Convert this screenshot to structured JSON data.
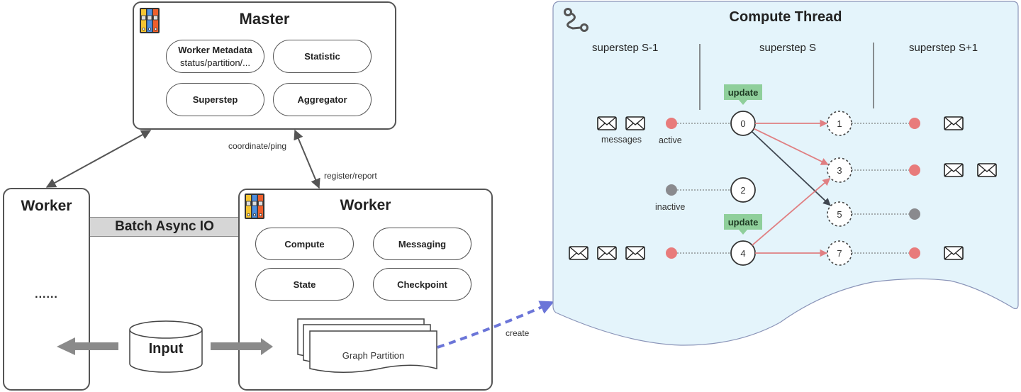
{
  "master": {
    "title": "Master",
    "icon": "binders-icon",
    "components": [
      {
        "label": "Worker Metadata",
        "sub": "status/partition/..."
      },
      {
        "label": "Statistic"
      },
      {
        "label": "Superstep"
      },
      {
        "label": "Aggregator"
      }
    ]
  },
  "edges": {
    "coordinate": "coordinate/ping",
    "register": "register/report",
    "create": "create"
  },
  "worker_left": {
    "title": "Worker",
    "ellipsis": "......"
  },
  "batch_io": {
    "label": "Batch Async IO"
  },
  "input": {
    "label": "Input"
  },
  "worker_right": {
    "title": "Worker",
    "icon": "binders-icon",
    "components": [
      {
        "label": "Compute"
      },
      {
        "label": "Messaging"
      },
      {
        "label": "State"
      },
      {
        "label": "Checkpoint"
      }
    ],
    "partition": "Graph Partition"
  },
  "compute_thread": {
    "title": "Compute Thread",
    "icon": "route-icon",
    "supersteps": [
      "superstep S-1",
      "superstep S",
      "superstep S+1"
    ],
    "labels": {
      "messages": "messages",
      "active": "active",
      "inactive": "inactive",
      "update": "update"
    },
    "colors": {
      "active": "#e87b7b",
      "inactive": "#8a8a8e",
      "update_bg": "#8fcf9b",
      "panel_bg": "#e4f4fb",
      "edge_active": "#e07f82",
      "edge_dark": "#3f4650",
      "create_arrow": "#6b75d8"
    },
    "rows": [
      {
        "prev_messages": 2,
        "prev_state": "active",
        "vertex": "0",
        "vertex_updated": true,
        "next_vertex": "1",
        "next_state": "active",
        "next_messages": 1
      },
      {
        "prev_messages": 0,
        "prev_state": null,
        "vertex": null,
        "vertex_updated": false,
        "next_vertex": "3",
        "next_state": "active",
        "next_messages": 2
      },
      {
        "prev_messages": 0,
        "prev_state": "inactive",
        "vertex": "2",
        "vertex_updated": false,
        "next_vertex": null,
        "next_state": null,
        "next_messages": 0
      },
      {
        "prev_messages": 0,
        "prev_state": null,
        "vertex": null,
        "vertex_updated": false,
        "next_vertex": "5",
        "next_state": "inactive",
        "next_messages": 0
      },
      {
        "prev_messages": 3,
        "prev_state": "active",
        "vertex": "4",
        "vertex_updated": true,
        "next_vertex": "7",
        "next_state": "active",
        "next_messages": 1
      }
    ],
    "vertex_edges": [
      {
        "from": "0",
        "to": "1",
        "kind": "message"
      },
      {
        "from": "0",
        "to": "3",
        "kind": "message"
      },
      {
        "from": "0",
        "to": "5",
        "kind": "dark"
      },
      {
        "from": "4",
        "to": "3",
        "kind": "message"
      },
      {
        "from": "4",
        "to": "7",
        "kind": "message"
      }
    ]
  }
}
